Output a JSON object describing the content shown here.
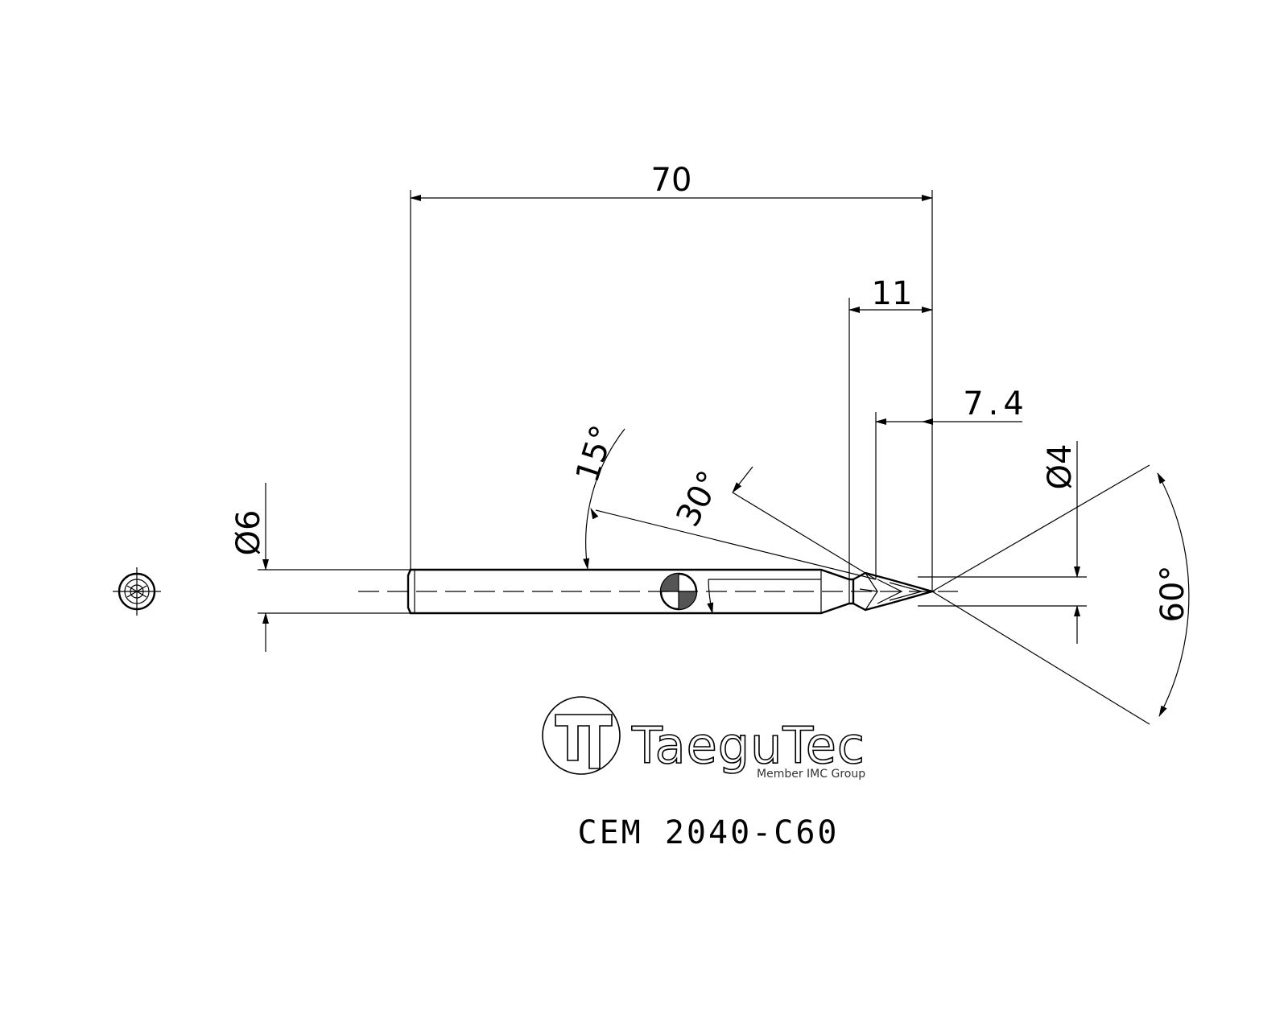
{
  "dimensions": {
    "overall_length": "70",
    "flute_length": "11",
    "chamfer_length": "7.4",
    "shank_diameter": "Ø6",
    "tip_diameter": "Ø4",
    "angle_shank_taper": "15°",
    "angle_neck": "30°",
    "angle_point": "60°"
  },
  "logo": {
    "brand": "TaeguTec",
    "tagline": "Member IMC Group"
  },
  "model_code": "CEM 2040-C60"
}
